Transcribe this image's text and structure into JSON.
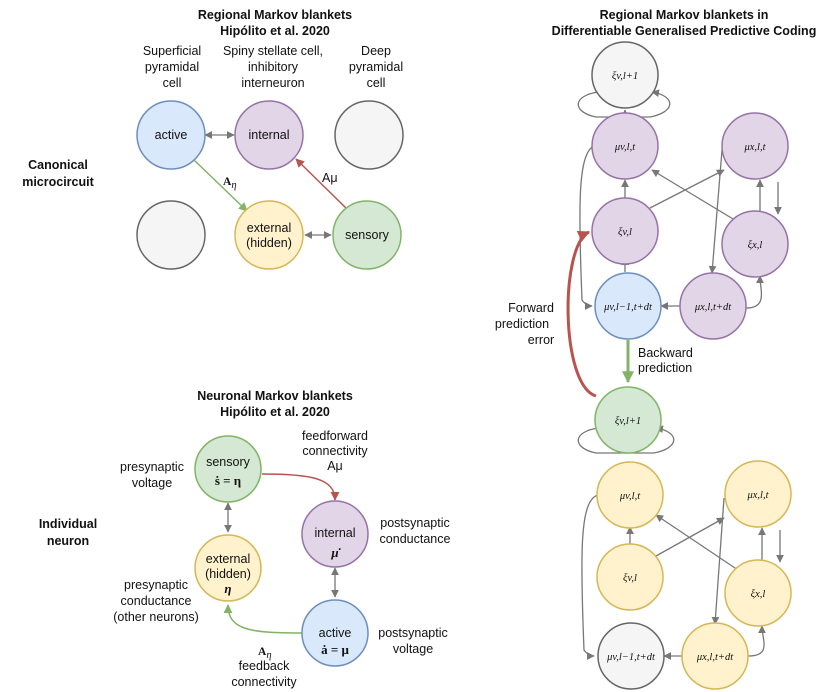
{
  "colors": {
    "blue_fill": "#dae8fc",
    "blue_stroke": "#6c8ebf",
    "purple_fill": "#e1d5e7",
    "purple_stroke": "#9673a6",
    "yellow_fill": "#fff2cc",
    "yellow_stroke": "#d6b656",
    "green_fill": "#d5e8d4",
    "green_stroke": "#82b366",
    "grey_fill": "#f5f5f5",
    "grey_stroke": "#666666",
    "red_arrow": "#b85450",
    "green_arrow": "#82b366",
    "grey_arrow": "#777777"
  },
  "left_top": {
    "title_line1": "Regional Markov blankets",
    "title_line2": "Hipólito et al. 2020",
    "col1": [
      "Superficial",
      "pyramidal",
      "cell"
    ],
    "col2": [
      "Spiny stellate cell,",
      "inhibitory",
      "interneuron"
    ],
    "col3": [
      "Deep",
      "pyramidal",
      "cell"
    ],
    "row_label": [
      "Canonical",
      "microcircuit"
    ],
    "node_active": "active",
    "node_internal": "internal",
    "node_external": [
      "external",
      "(hidden)"
    ],
    "node_sensory": "sensory",
    "edge_a_eta": "A",
    "edge_a_eta_sub": "η",
    "edge_a_mu": "Aμ"
  },
  "left_bottom": {
    "title_line1": "Neuronal Markov blankets",
    "title_line2": "Hipólito et al. 2020",
    "row_label": [
      "Individual",
      "neuron"
    ],
    "node_sensory": "sensory",
    "node_sensory_eq": "ṡ = η",
    "node_internal": "internal",
    "node_internal_eq": "μ̇",
    "node_external": [
      "external",
      "(hidden)"
    ],
    "node_external_eq": "η",
    "node_active": "active",
    "node_active_eq": "ȧ = μ",
    "presyn_voltage": [
      "presynaptic",
      "voltage"
    ],
    "feedforward": [
      "feedforward",
      "connectivity",
      "Aμ"
    ],
    "postsyn_conductance": [
      "postsynaptic",
      "conductance"
    ],
    "presyn_conductance": [
      "presynaptic",
      "conductance",
      "(other neurons)"
    ],
    "postsyn_voltage": [
      "postsynaptic",
      "voltage"
    ],
    "feedback": [
      "feedback",
      "connectivity"
    ],
    "feedback_a": "A",
    "feedback_a_sub": "η"
  },
  "right": {
    "title_line1": "Regional Markov blankets in",
    "title_line2": "Differentiable Generalised Predictive Coding",
    "forward": [
      "Forward",
      "prediction",
      "error"
    ],
    "backward": [
      "Backward",
      "prediction"
    ],
    "nodes": {
      "xi_v_l1_top": "ξv,l+1",
      "mu_v_l_t": "μv,l,t",
      "mu_x_l_t": "μx,l,t",
      "xi_v_l": "ξv,l",
      "xi_x_l": "ξx,l",
      "mu_v_lm1": "μv,l−1,t+dt",
      "mu_x_l_tdt": "μx,l,t+dt",
      "xi_v_l1_mid": "ξv,l+1",
      "y_mu_v_l_t": "μv,l,t",
      "y_mu_x_l_t": "μx,l,t",
      "y_xi_v_l": "ξv,l",
      "y_xi_x_l": "ξx,l",
      "y_mu_v_lm1": "μv,l−1,t+dt",
      "y_mu_x_l_tdt": "μx,l,t+dt"
    }
  }
}
